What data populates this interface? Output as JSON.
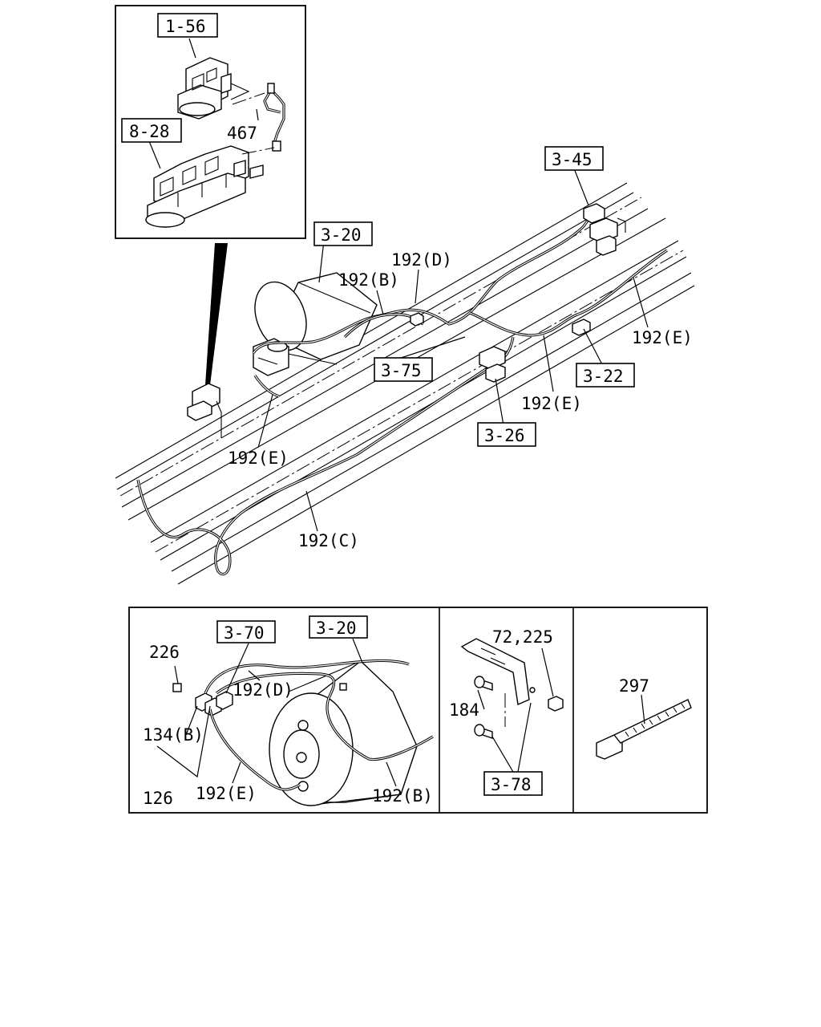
{
  "diagram": {
    "ref_boxes": {
      "r1_56": "1-56",
      "r8_28": "8-28",
      "r3_45": "3-45",
      "r3_20_main": "3-20",
      "r3_75": "3-75",
      "r3_22": "3-22",
      "r3_26": "3-26",
      "r3_70": "3-70",
      "r3_20_detail": "3-20",
      "r3_78": "3-78"
    },
    "part_labels": {
      "p467": "467",
      "p192D_main": "192(D)",
      "p192B_main": "192(B)",
      "p192E_right": "192(E)",
      "p192E_mid": "192(E)",
      "p192E_left": "192(E)",
      "p192C": "192(C)",
      "p226": "226",
      "p192D_detail": "192(D)",
      "p134B": "134(B)",
      "p126": "126",
      "p192E_detail": "192(E)",
      "p192B_detail": "192(B)",
      "p72_225": "72,225",
      "p184": "184",
      "p297": "297"
    }
  }
}
